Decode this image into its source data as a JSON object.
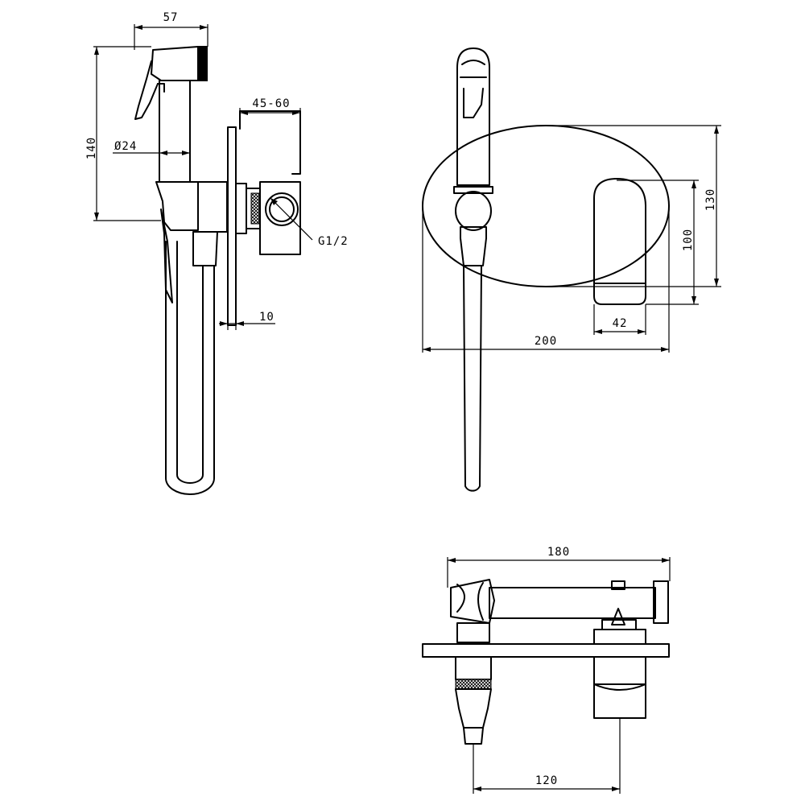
{
  "drawing": {
    "side_view": {
      "dim_width": "57",
      "dim_height": "140",
      "dim_diameter": "Ø24",
      "dim_depth": "45-60",
      "dim_thread": "G1/2",
      "dim_plate": "10"
    },
    "front_view": {
      "dim_plate_height": "130",
      "dim_handle_height": "100",
      "dim_handle_width": "42",
      "dim_plate_width": "200"
    },
    "top_view": {
      "dim_total_width": "180",
      "dim_axis_distance": "120"
    }
  }
}
